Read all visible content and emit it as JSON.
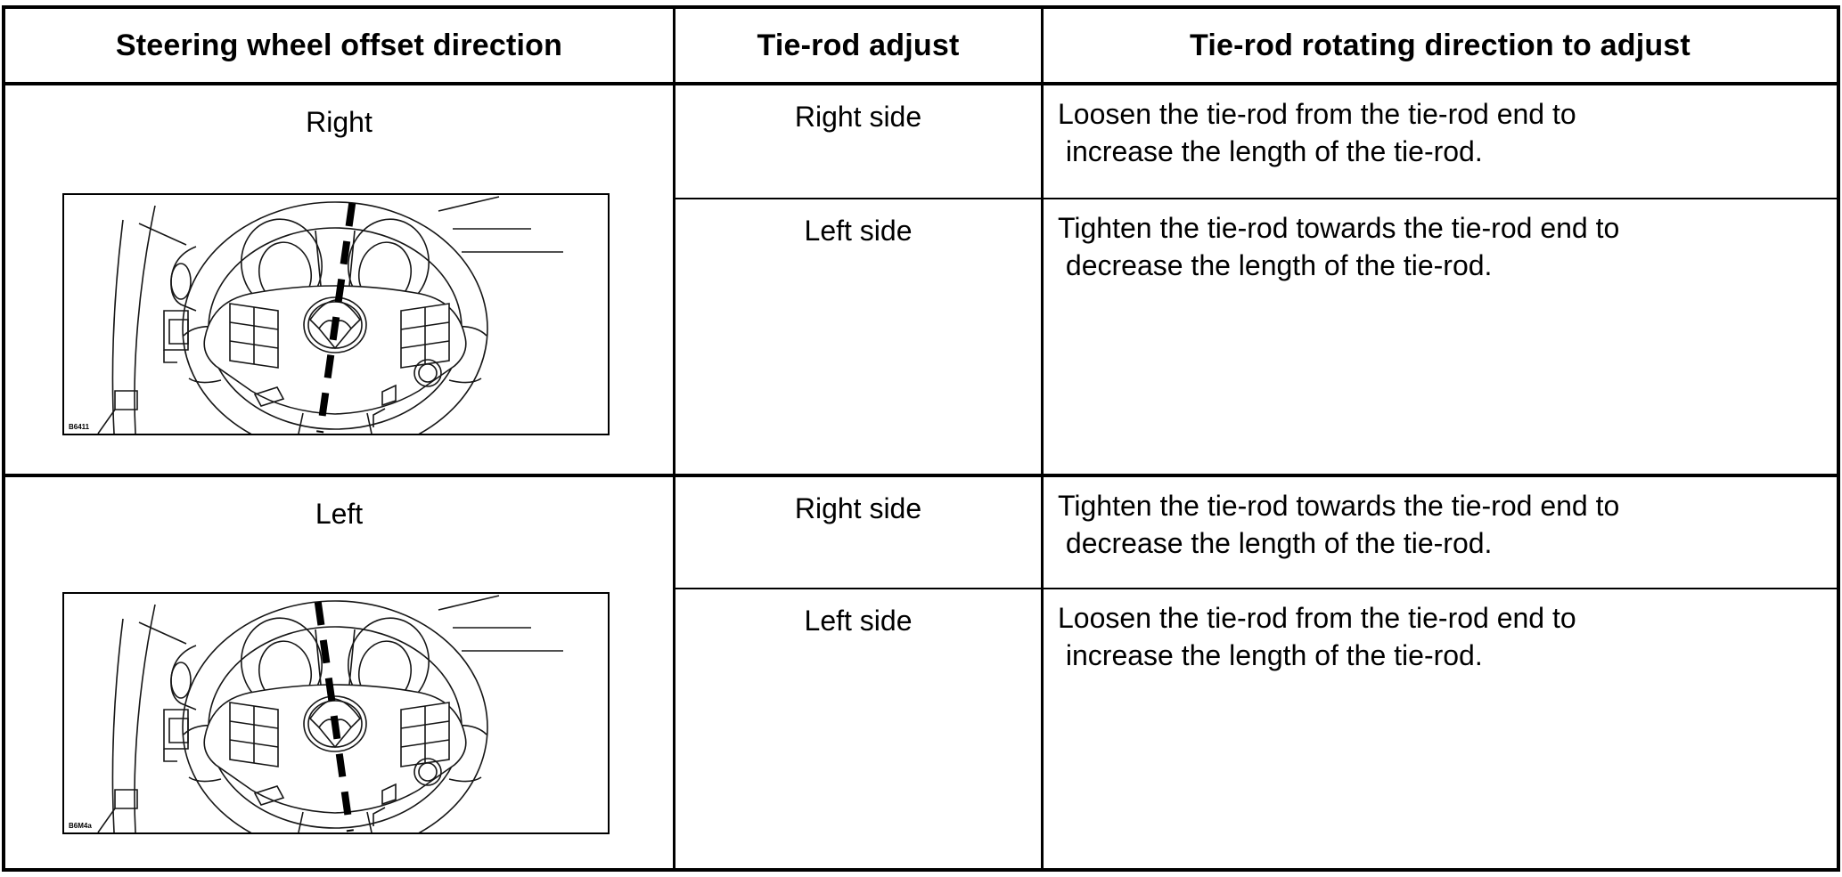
{
  "table": {
    "headers": [
      "Steering wheel offset direction",
      "Tie-rod adjust",
      "Tie-rod rotating direction to adjust"
    ],
    "blocks": [
      {
        "offset_direction": "Right",
        "figure_code": "B6411",
        "dash_transform": "rotate(8 304 146)",
        "rows": [
          {
            "side": "Right side",
            "instruction": "Loosen the tie-rod from the tie-rod end to\n increase the length of the tie-rod."
          },
          {
            "side": "Left side",
            "instruction": "Tighten the tie-rod towards the tie-rod end to\n decrease the length of the tie-rod."
          }
        ]
      },
      {
        "offset_direction": "Left",
        "figure_code": "B6M4a",
        "dash_transform": "rotate(-8 304 146)",
        "rows": [
          {
            "side": "Right side",
            "instruction": "Tighten the tie-rod towards the tie-rod end to\n decrease the length of the tie-rod."
          },
          {
            "side": "Left side",
            "instruction": "Loosen the tie-rod from the tie-rod end to\n increase the length of the tie-rod."
          }
        ]
      }
    ],
    "line_color": "#000000",
    "background_color": "#ffffff"
  }
}
